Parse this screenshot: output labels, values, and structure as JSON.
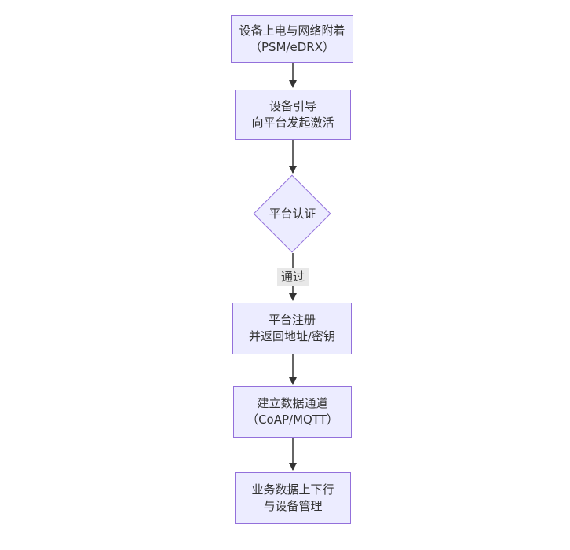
{
  "page": {
    "background": "#ffffff"
  },
  "diagram": {
    "type": "flowchart",
    "direction": "top-down",
    "colors": {
      "node_fill": "#ECECFF",
      "node_border": "#9370DB",
      "arrow": "#333333",
      "text": "#333333",
      "edge_label_bg": "#e8e8e8"
    },
    "nodes": [
      {
        "id": "power-attach",
        "shape": "rect",
        "lines": [
          "设备上电与网络附着",
          "（PSM/eDRX）"
        ]
      },
      {
        "id": "bootstrap",
        "shape": "rect",
        "lines": [
          "设备引导",
          "向平台发起激活"
        ]
      },
      {
        "id": "platform-auth",
        "shape": "diamond",
        "lines": [
          "平台认证"
        ]
      },
      {
        "id": "platform-register",
        "shape": "rect",
        "lines": [
          "平台注册",
          "并返回地址/密钥"
        ]
      },
      {
        "id": "data-channel",
        "shape": "rect",
        "lines": [
          "建立数据通道",
          "（CoAP/MQTT）"
        ]
      },
      {
        "id": "business-data",
        "shape": "rect",
        "lines": [
          "业务数据上下行",
          "与设备管理"
        ]
      }
    ],
    "edges": [
      {
        "from": "power-attach",
        "to": "bootstrap",
        "label": ""
      },
      {
        "from": "bootstrap",
        "to": "platform-auth",
        "label": ""
      },
      {
        "from": "platform-auth",
        "to": "platform-register",
        "label": "通过"
      },
      {
        "from": "platform-register",
        "to": "data-channel",
        "label": ""
      },
      {
        "from": "data-channel",
        "to": "business-data",
        "label": ""
      }
    ]
  }
}
